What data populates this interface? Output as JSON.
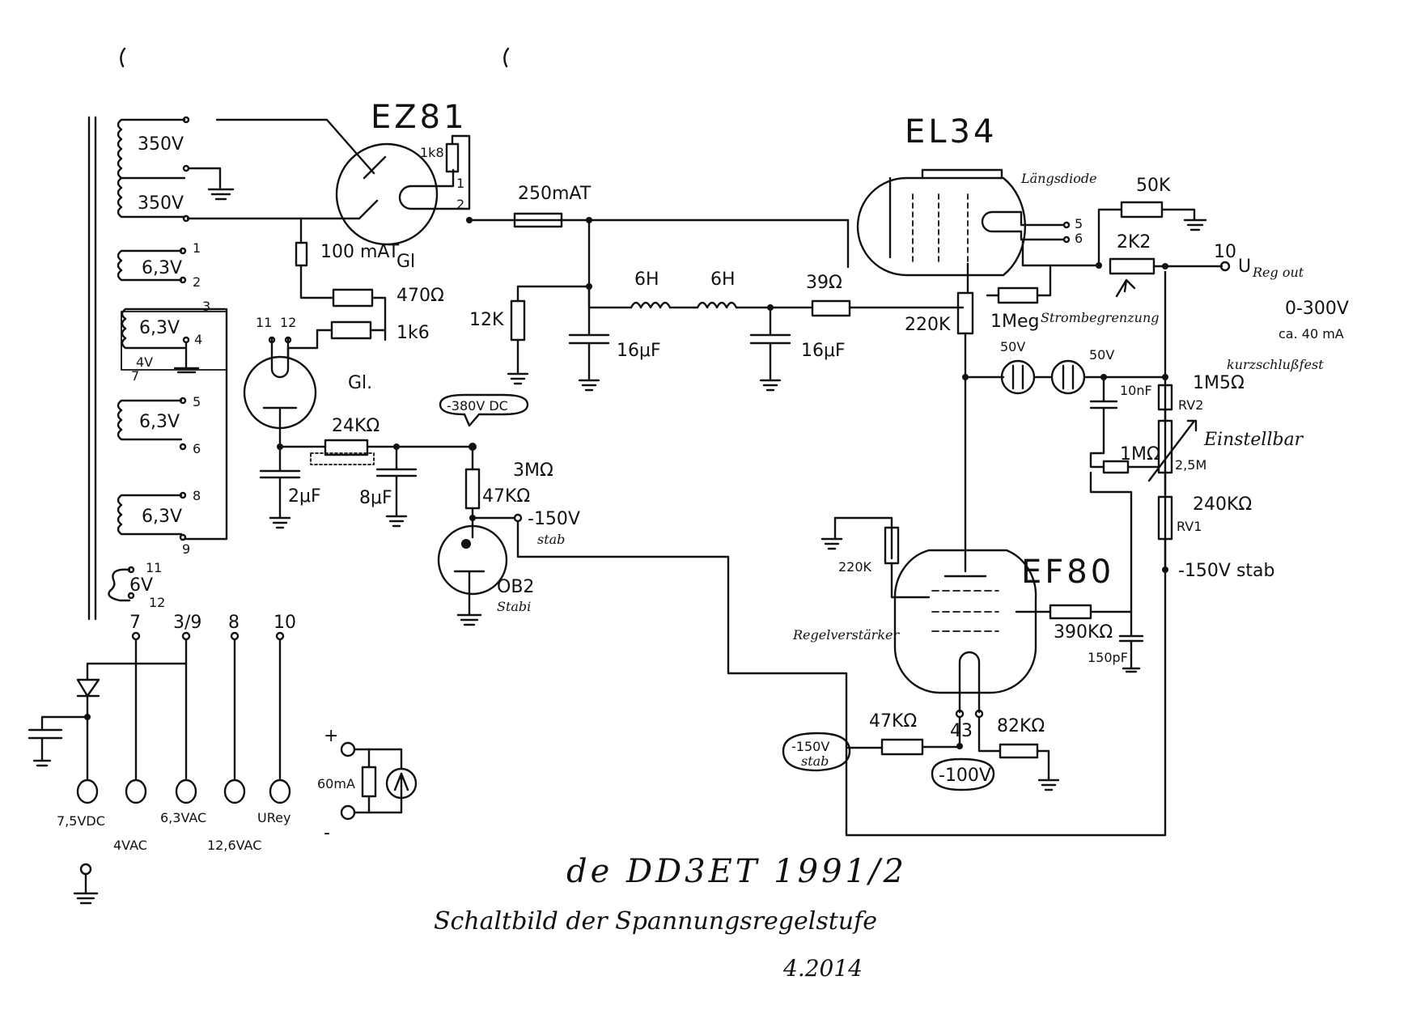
{
  "tubes": {
    "rectifier": "EZ81",
    "series_pass": "EL34",
    "control": "EF80",
    "reference": "OB2",
    "reference_note": "Stabi"
  },
  "transformer": {
    "hv_upper": "350V",
    "hv_lower": "350V",
    "h1": "6,3V",
    "h2": "6,3V",
    "h2_tap": "4V",
    "h3": "6,3V",
    "h4": "6,3V",
    "h5": "6V",
    "pins": [
      "1",
      "2",
      "3",
      "4",
      "5",
      "6",
      "7",
      "8",
      "9",
      "11",
      "12"
    ]
  },
  "components": {
    "rect_heater_r": "1k8",
    "fuse_main": "250mAT",
    "fuse_neg": "100 mAT",
    "gl_a": "Gl",
    "gl_b": "Gl.",
    "r_470": "470Ω",
    "r_1k6": "1k6",
    "r_12k": "12K",
    "choke1": "6H",
    "choke2": "6H",
    "r_39": "39Ω",
    "c_16a": "16μF",
    "c_16b": "16μF",
    "r_24k": "24KΩ",
    "c_2u": "2μF",
    "c_8u": "8μF",
    "neg_dc": "-380V DC",
    "r_3m": "3MΩ",
    "r_47k": "47KΩ",
    "neg_stab": "-150V",
    "neg_stab2": "stab",
    "r_50k": "50K",
    "laengs": "Längsdiode",
    "r_2k2": "2K2",
    "r_220k": "220K",
    "r_1meg": "1Meg",
    "strombegr": "Strombegrenzung",
    "c_50a": "50V",
    "c_50b": "50V",
    "c_10n": "10nF",
    "r_1m5": "1M5Ω",
    "r_rv2": "RV2",
    "kurzschluss": "kurzschlußfest",
    "pot_1m": "1MΩ",
    "einstell": "Einstellbar",
    "pot_val": "2,5M",
    "r_240k": "240KΩ",
    "r_rv1": "RV1",
    "neg_stab_r": "-150V stab",
    "r_220k2": "220K",
    "regelverst": "Regelverstärker",
    "r_390k": "390KΩ",
    "c_150p": "150pF",
    "neg_badge": "-150V",
    "neg_badge2": "stab",
    "r_47k2": "47KΩ",
    "r_82k": "82KΩ",
    "pin_43": "43",
    "neg_100": "-100V"
  },
  "output": {
    "terminal": "10",
    "label": "U",
    "label_sub": "Reg out",
    "range": "0-300V",
    "current": "ca. 40 mA",
    "pins_5": "5",
    "pins_6": "6"
  },
  "connector": {
    "top_labels": [
      "7",
      "3/9",
      "8",
      "10"
    ],
    "bottom_labels": [
      "7,5VDC",
      "6,3VAC",
      "URey"
    ],
    "second_row": [
      "4VAC",
      "12,6VAC"
    ],
    "meter_range": "60mA",
    "plus": "+",
    "minus": "-"
  },
  "footer": {
    "signature": "de DD3ET 1991/2",
    "caption": "Schaltbild der Spannungsregelstufe",
    "date": "4.2014"
  }
}
